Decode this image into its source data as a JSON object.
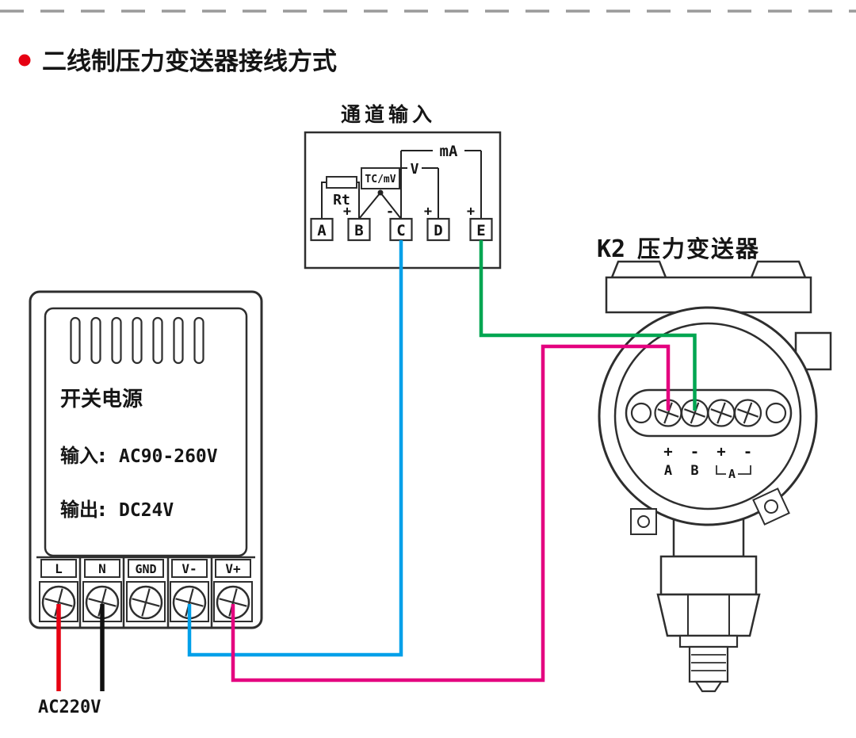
{
  "page": {
    "title": "二线制压力变送器接线方式",
    "bullet_color": "#e60012"
  },
  "channel_input": {
    "title": "通道输入",
    "internal_labels": {
      "rt": "Rt",
      "tc_mv": "TC/mV",
      "v": "V",
      "ma": "mA"
    },
    "polarity_marks": {
      "b": "+",
      "c": "-",
      "d": "+",
      "e": "+"
    },
    "terminals": [
      "A",
      "B",
      "C",
      "D",
      "E"
    ]
  },
  "power_supply": {
    "name": "开关电源",
    "input_label": "输入:",
    "input_value": "AC90-260V",
    "output_label": "输出:",
    "output_value": "DC24V",
    "terminals": [
      "L",
      "N",
      "GND",
      "V-",
      "V+"
    ],
    "mains_label": "AC220V"
  },
  "transmitter": {
    "model": "K2",
    "name": "压力变送器",
    "polarity_marks": [
      "+",
      "-",
      "+",
      "-"
    ],
    "group_labels": [
      "A",
      "B"
    ],
    "bracket_label": "A"
  },
  "wires": {
    "live": "#e60012",
    "neutral": "#111111",
    "signal_negative": "#00a0e9",
    "signal_positive": "#00a651",
    "loop_power": "#e4007f"
  }
}
